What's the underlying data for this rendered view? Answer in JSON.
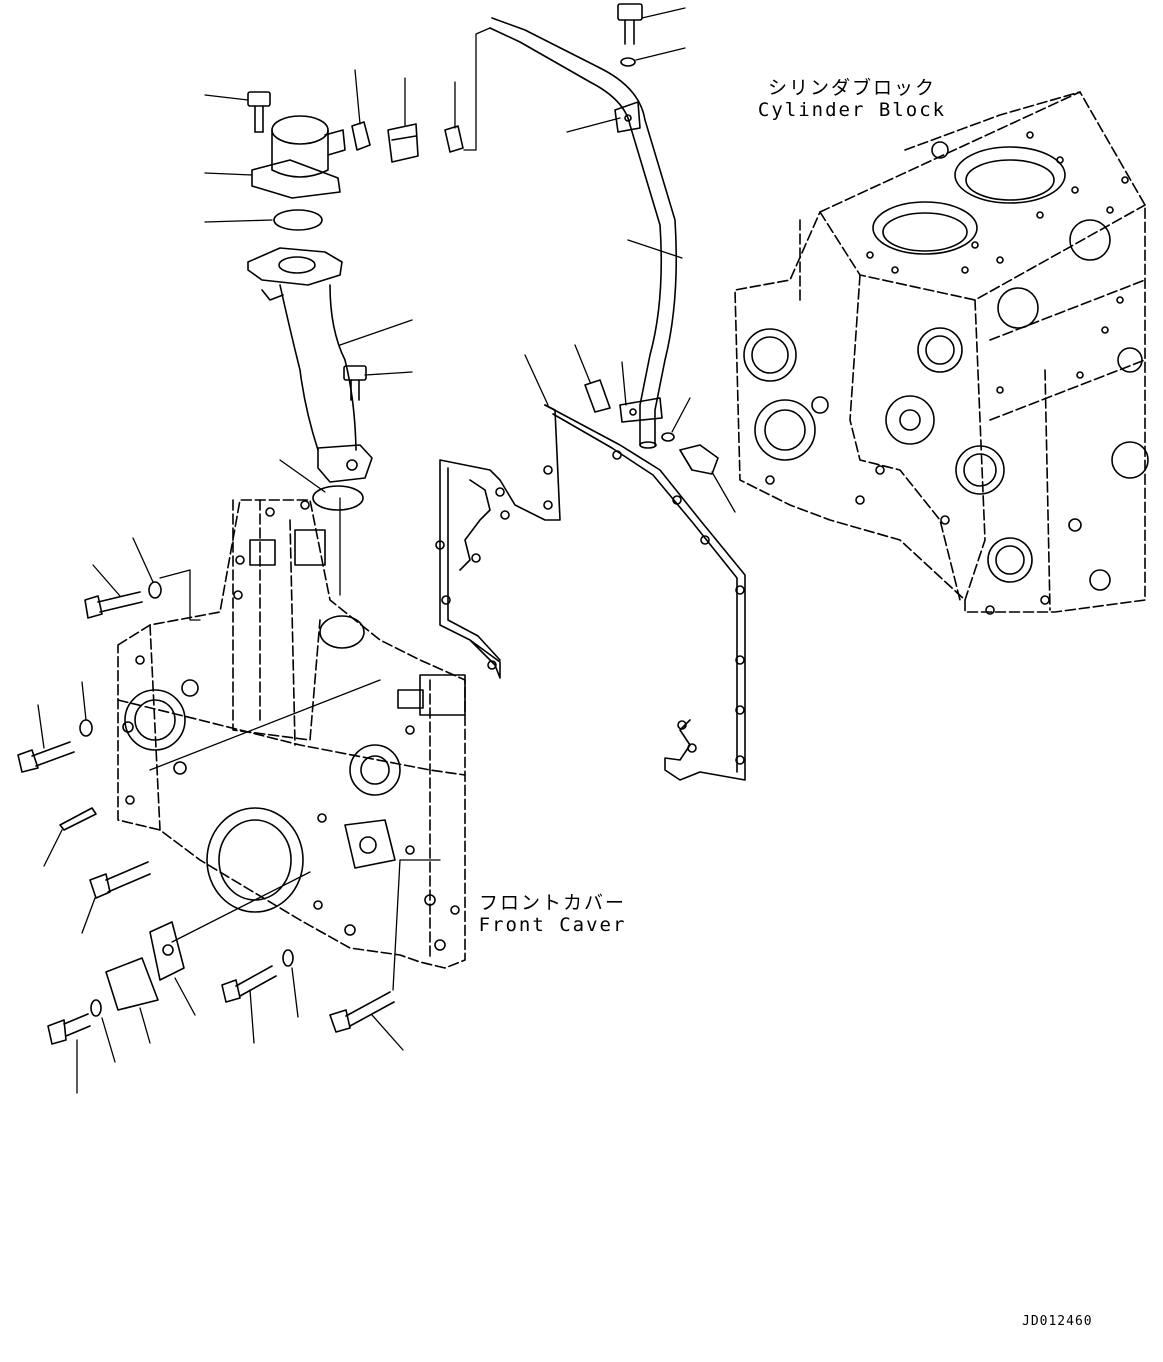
{
  "labels": {
    "cylinder_block_jp": "シリンダブロック",
    "cylinder_block_en": "Cylinder Block",
    "front_cover_jp": "フロントカバー",
    "front_cover_en": "Front Caver"
  },
  "drawing_code": "JD012460",
  "colors": {
    "line": "#000000",
    "background": "#ffffff"
  }
}
